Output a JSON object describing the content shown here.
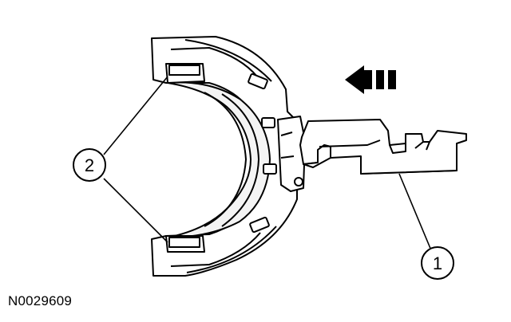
{
  "callouts": {
    "one": "1",
    "two": "2"
  },
  "reference_code": "N0029609",
  "icons": {
    "direction": "arrow-left-dashed-icon"
  },
  "colors": {
    "ink": "#000000",
    "paper": "#ffffff",
    "shade": "#d9d9d9"
  }
}
